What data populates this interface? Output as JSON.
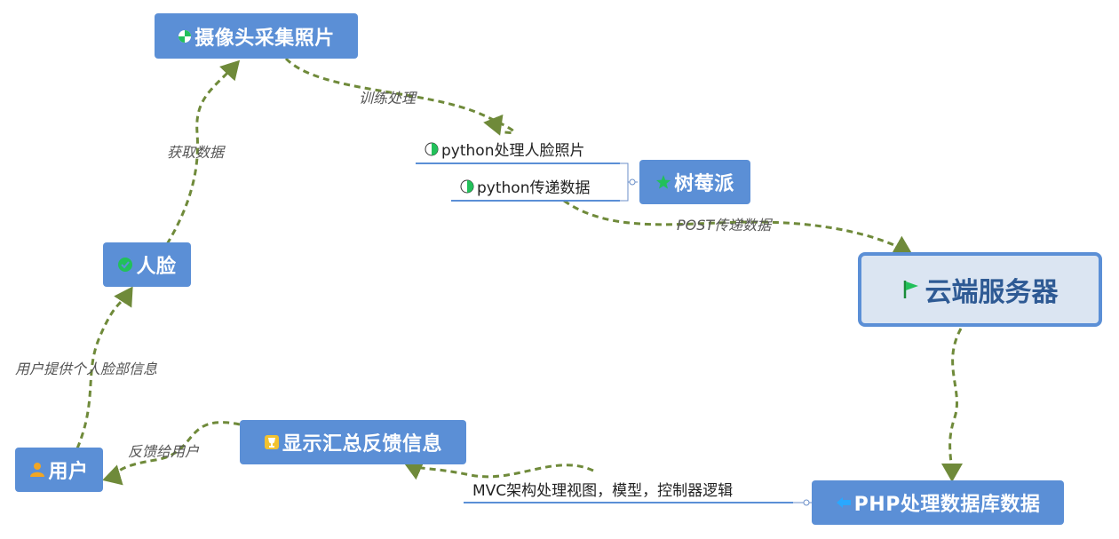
{
  "nodes": {
    "camera": "摄像头采集照片",
    "face": "人脸",
    "user": "用户",
    "raspberry": "树莓派",
    "cloud": "云端服务器",
    "php": "PHP处理数据库数据",
    "display": "显示汇总反馈信息"
  },
  "subtopics": {
    "python_face": "python处理人脸照片",
    "python_send": "python传递数据",
    "mvc": "MVC架构处理视图，模型，控制器逻辑"
  },
  "edge_labels": {
    "train": "训练处理",
    "get_data": "获取数据",
    "provide_face": "用户提供个人脸部信息",
    "post": "POST传递数据",
    "feedback_user": "反馈给用户"
  },
  "colors": {
    "node_fill": "#5b8fd6",
    "edge": "#6f8a3a",
    "cloud_fill": "#dbe5f2",
    "icon_green": "#22c05a"
  },
  "icons": {
    "camera": "half-circle-progress-icon",
    "face": "check-circle-icon",
    "user": "person-icon",
    "raspberry": "star-icon",
    "cloud": "flag-icon",
    "php": "arrow-left-icon",
    "display": "trophy-icon"
  }
}
